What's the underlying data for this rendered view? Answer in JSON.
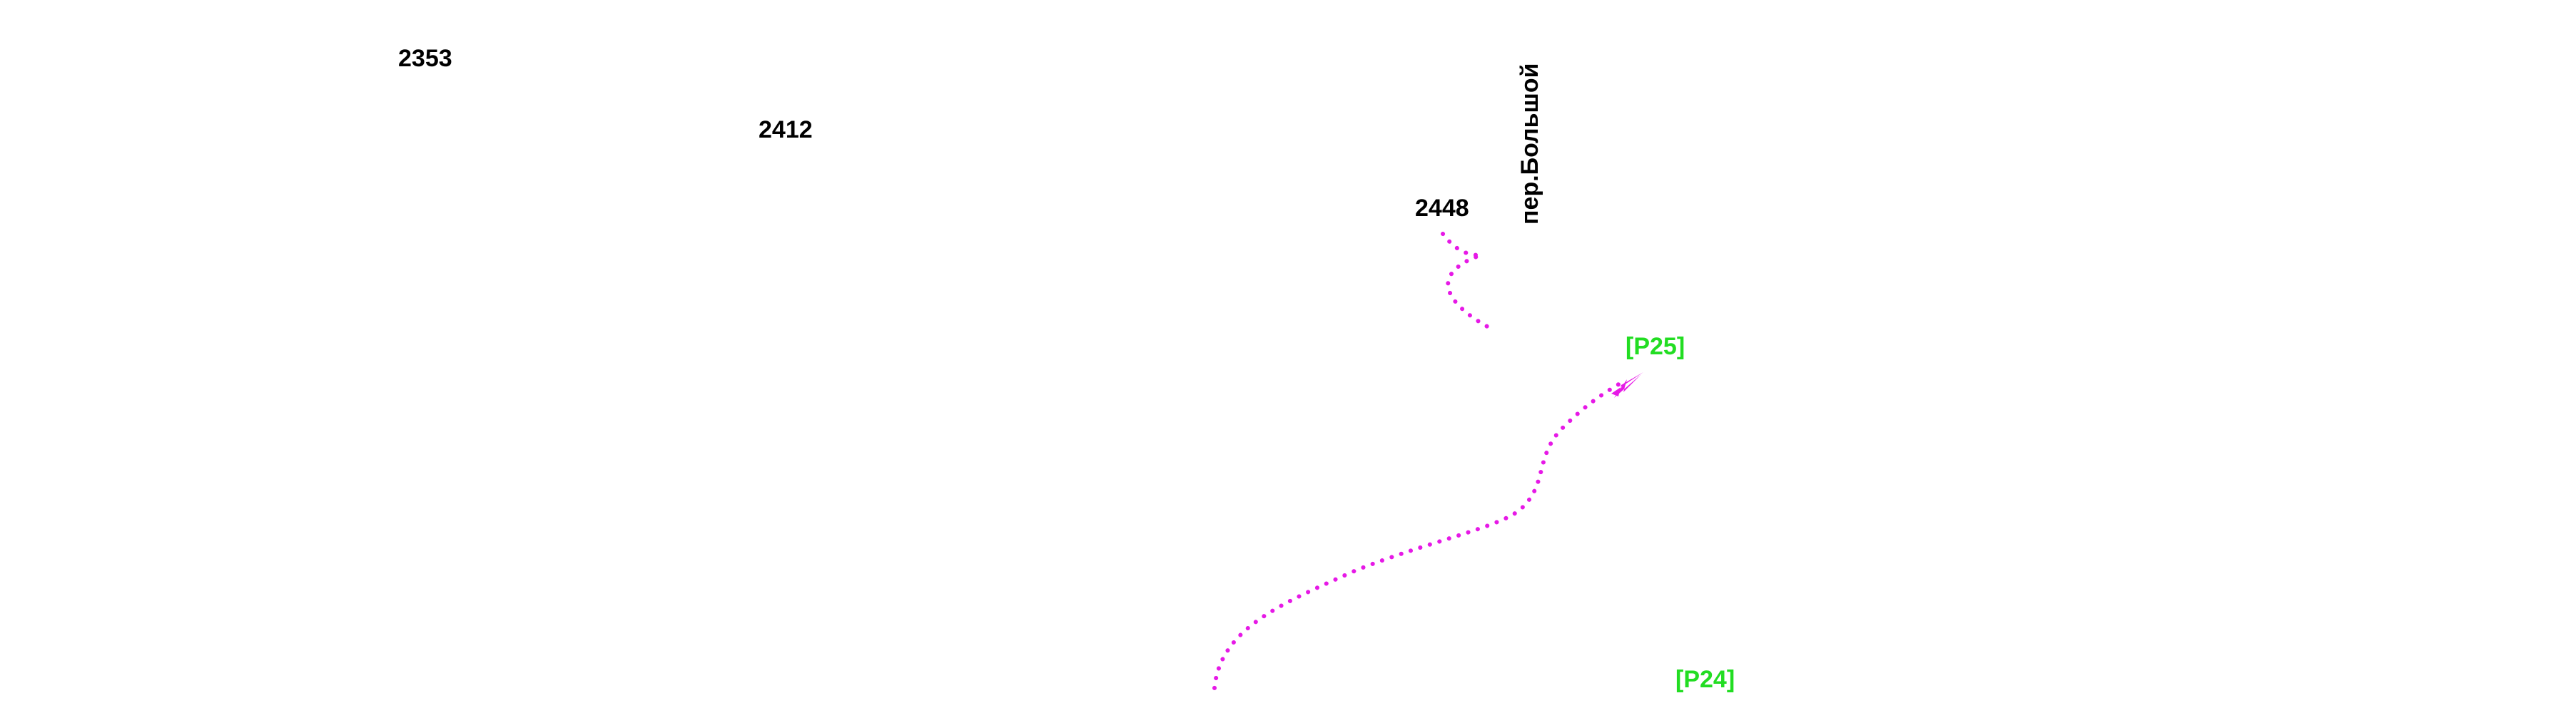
{
  "map": {
    "house_numbers": [
      "2353",
      "2412",
      "2448"
    ],
    "street_name": "пер.Большой",
    "markers": [
      "[P25]",
      "[P24]"
    ]
  },
  "colors": {
    "background": "#ffffff",
    "text": "#000000",
    "route": "#e619e6",
    "marker": "#22dd22"
  }
}
